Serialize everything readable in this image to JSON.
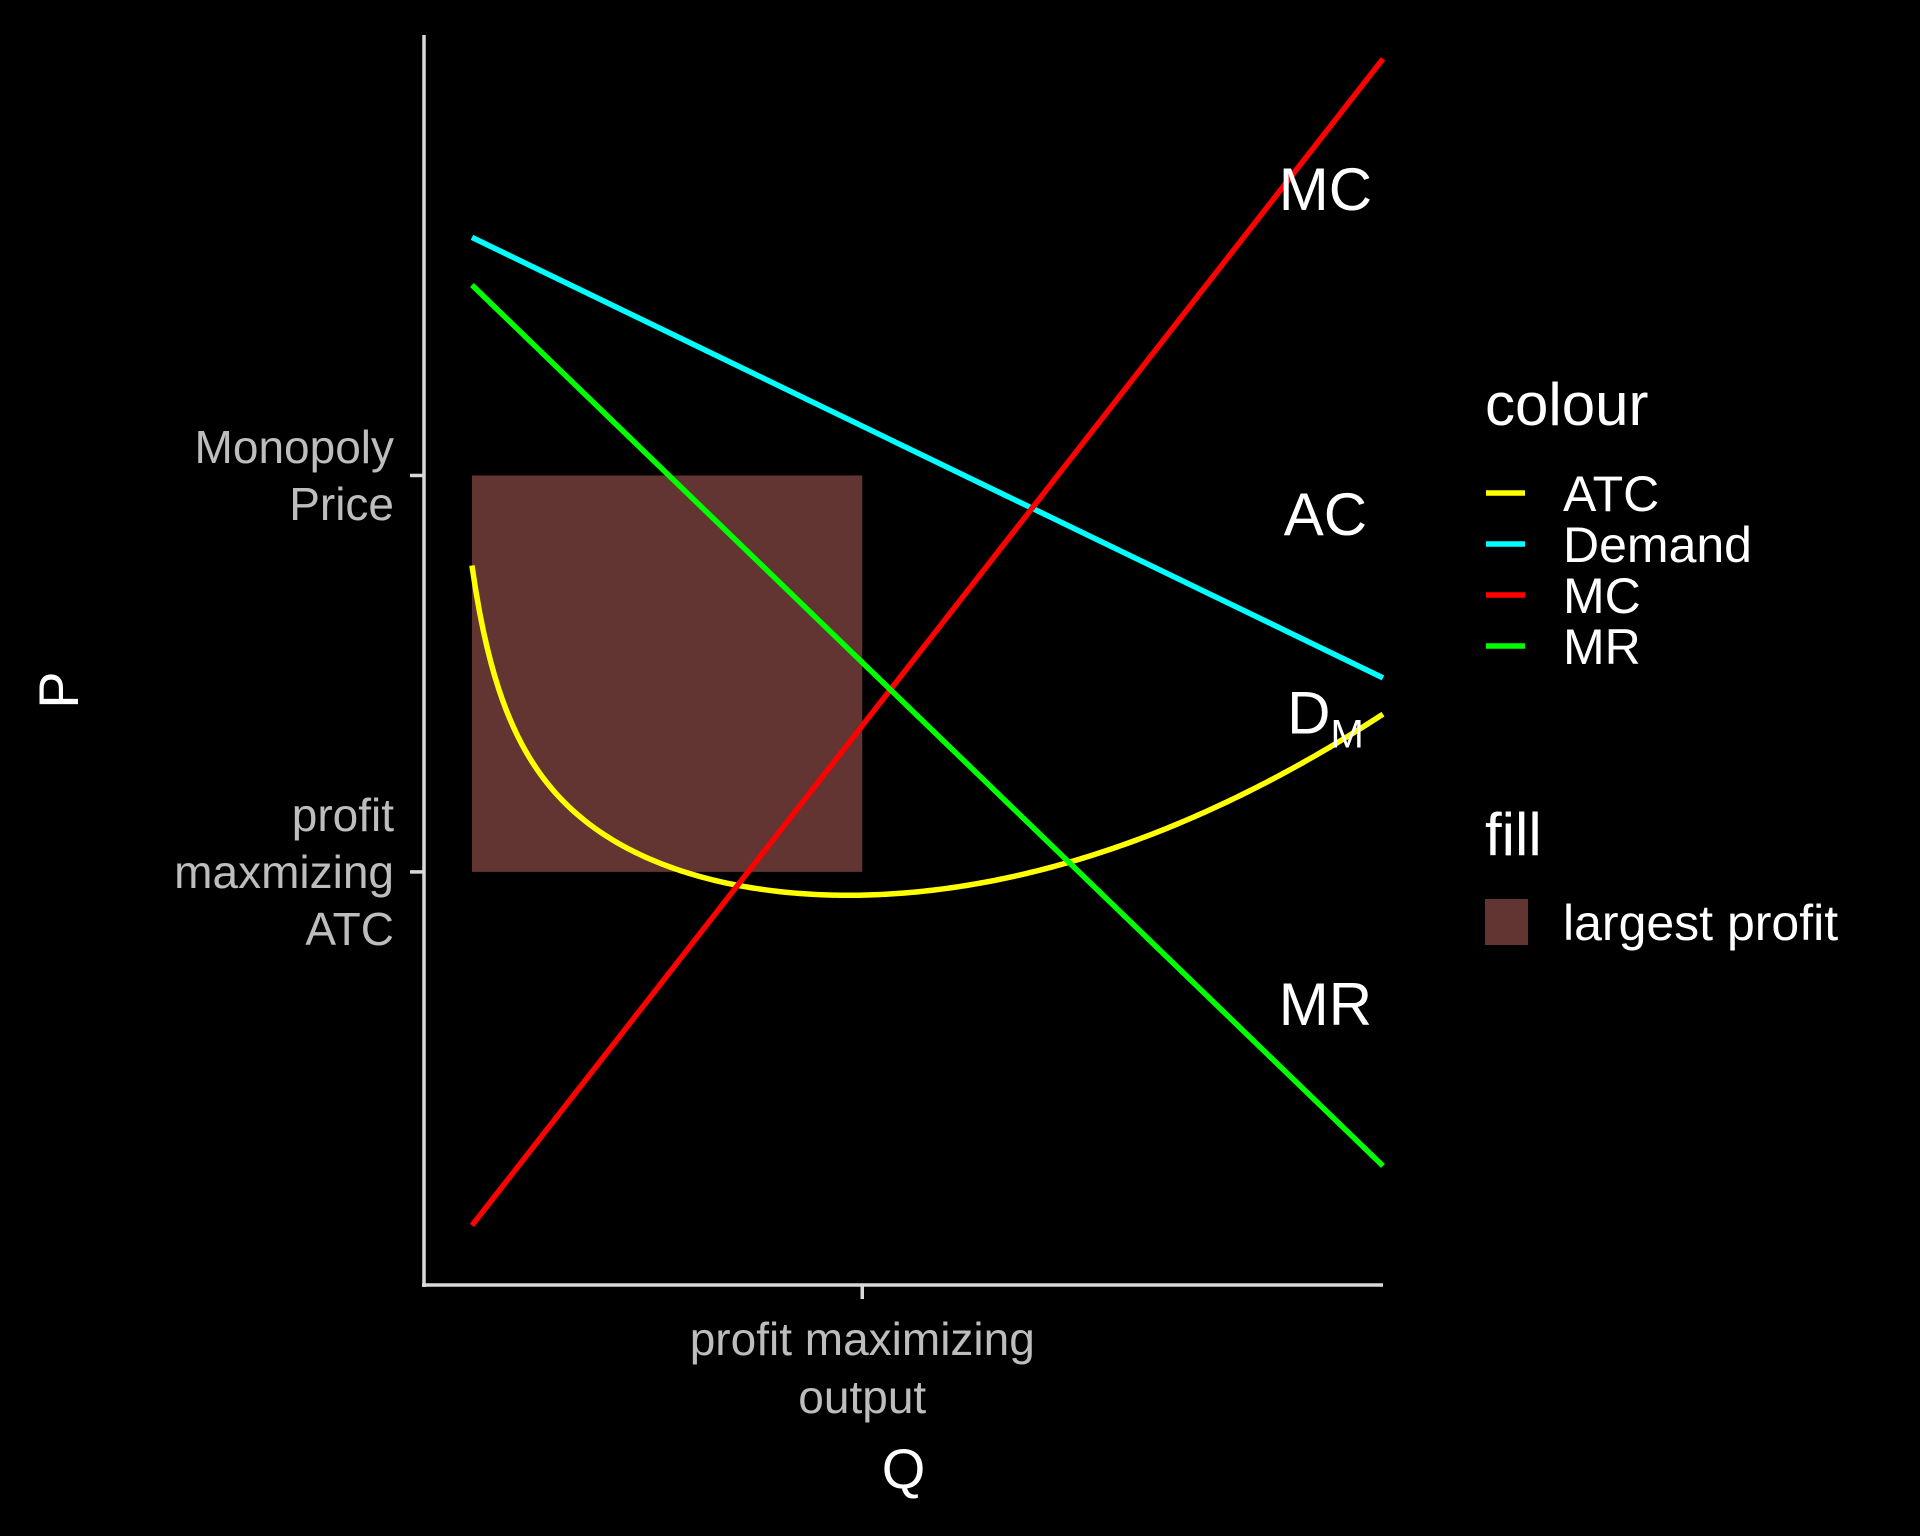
{
  "chart_data": {
    "type": "line",
    "xlabel": "Q",
    "ylabel": "P",
    "x_ticks": [
      {
        "value": 0.457,
        "lines": [
          "profit maximizing",
          "output"
        ]
      }
    ],
    "y_ticks": [
      {
        "value": 0.68,
        "lines": [
          "Monopoly",
          "Price"
        ]
      },
      {
        "value": 0.347,
        "lines": [
          "profit",
          "maxmizing",
          "ATC"
        ]
      }
    ],
    "xlim": [
      0,
      1
    ],
    "ylim": [
      0,
      1.05
    ],
    "series": [
      {
        "name": "ATC",
        "color": "#ffff00",
        "kind": "atc"
      },
      {
        "name": "Demand",
        "color": "#00ffff",
        "x": [
          0.05,
          1.0
        ],
        "y": [
          0.88,
          0.51
        ]
      },
      {
        "name": "MC",
        "color": "#ff0000",
        "x": [
          0.05,
          1.0
        ],
        "y": [
          0.05,
          1.03
        ]
      },
      {
        "name": "MR",
        "color": "#00ff00",
        "x": [
          0.05,
          1.0
        ],
        "y": [
          0.84,
          0.1
        ]
      }
    ],
    "atc_curve": {
      "k": 0.0135,
      "a": 0.3,
      "b": 0.1,
      "c": 0.34,
      "x_min": 0.05,
      "x_max": 1.0
    },
    "fill_rect": {
      "name": "largest profit",
      "color": "#8b4a47",
      "opacity": 0.7,
      "x0": 0.05,
      "x1": 0.457,
      "y0": 0.347,
      "y1": 0.68
    },
    "annotations": [
      {
        "text": "MC",
        "x": 0.94,
        "y": 0.92
      },
      {
        "text": "AC",
        "x": 0.94,
        "y": 0.647
      },
      {
        "text": "D",
        "sub": "M",
        "x": 0.94,
        "y": 0.48
      },
      {
        "text": "MR",
        "x": 0.94,
        "y": 0.235
      }
    ],
    "legend": {
      "position": "right",
      "colour_title": "colour",
      "fill_title": "fill"
    }
  }
}
